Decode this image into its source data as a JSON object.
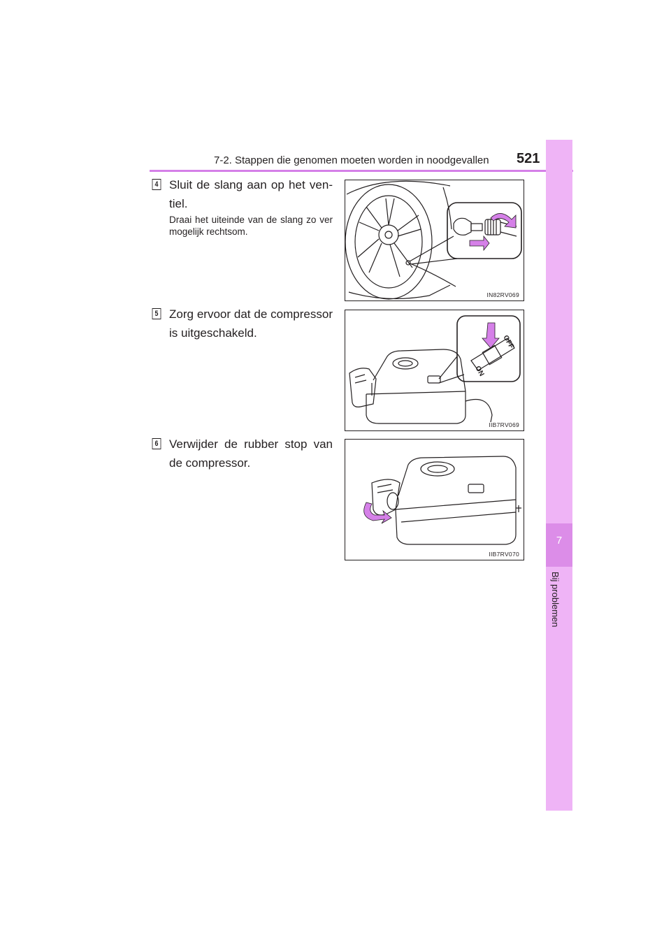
{
  "header": {
    "title": "7-2. Stappen die genomen moeten worden in noodgevallen",
    "page_number": "521",
    "accent_color": "#d580e8"
  },
  "side_tab": {
    "chapter_number": "7",
    "chapter_title": "Bij problemen",
    "tab_color": "#efb4f6",
    "tab_dark_color": "#dc8de8"
  },
  "steps": [
    {
      "number": "4",
      "text": "Sluit de slang aan op het ven-tiel.",
      "subtext": "Draai het uiteinde van de slang zo ver mogelijk rechtsom.",
      "figure_code": "IN82RV069"
    },
    {
      "number": "5",
      "text": "Zorg ervoor dat de compressor is uitgeschakeld.",
      "figure_code": "IIB7RV069",
      "switch_labels": [
        "ON",
        "OFF"
      ]
    },
    {
      "number": "6",
      "text": "Verwijder de rubber stop van de compressor.",
      "figure_code": "IIB7RV070"
    }
  ]
}
